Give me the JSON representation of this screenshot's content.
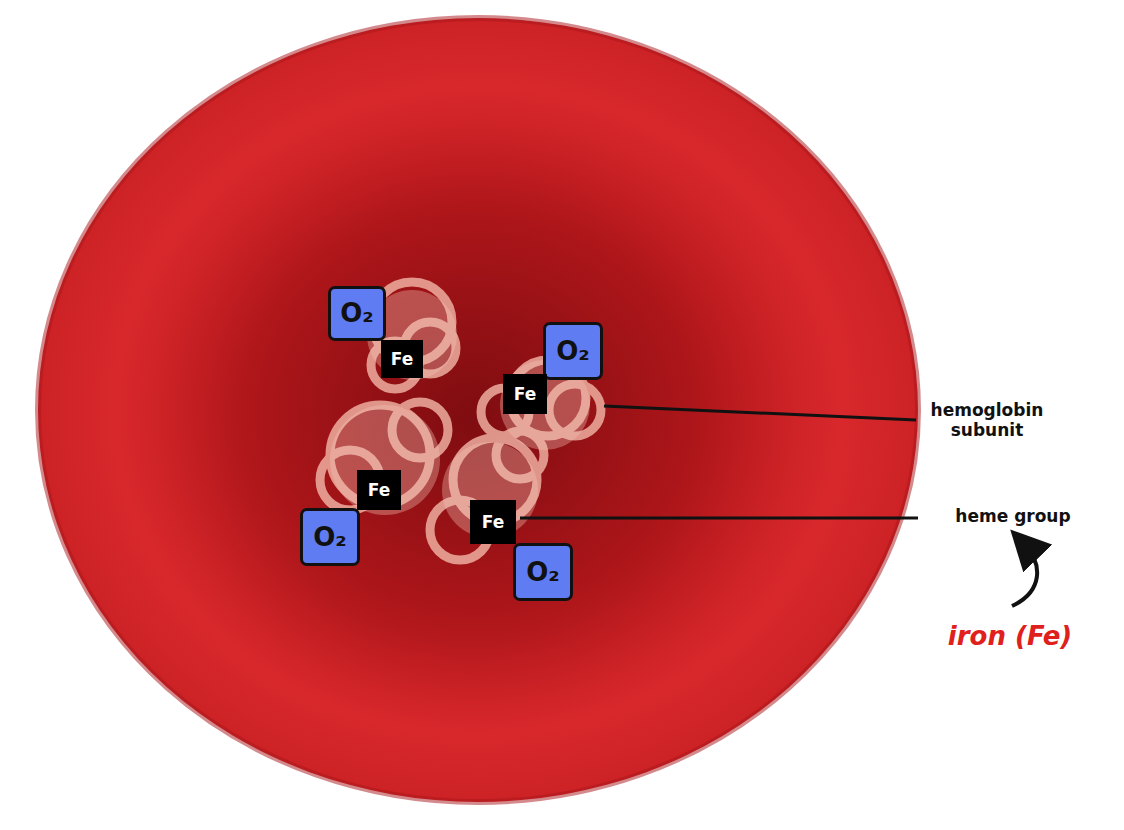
{
  "diagram": {
    "nodes": [
      {
        "text": [
          "O₂"
        ]
      },
      {
        "text": [
          "Fe"
        ]
      },
      {
        "text": [
          "O₂"
        ]
      },
      {
        "text": [
          "Fe"
        ]
      },
      {
        "text": [
          "Fe"
        ]
      },
      {
        "text": [
          "O₂"
        ]
      },
      {
        "text": [
          "Fe"
        ]
      },
      {
        "text": [
          "O₂"
        ]
      }
    ],
    "labels": [
      "hemoglobin subunit",
      "heme group",
      "iron (Fe)"
    ]
  }
}
